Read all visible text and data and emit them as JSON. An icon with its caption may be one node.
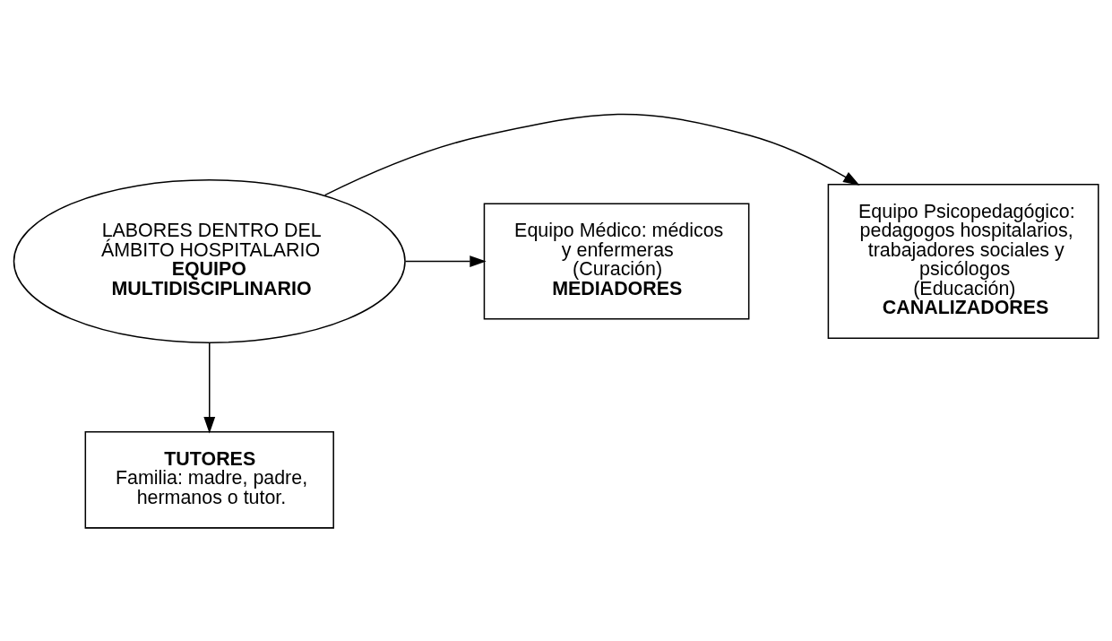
{
  "diagram": {
    "nodes": [
      {
        "text": [
          "Equipo Psicopedagógico: pedagogos hospitalarios, trabajadores sociales y psicólogos",
          "(Educación)",
          "CANALIZADORES"
        ]
      },
      {
        "text": [
          "Equipo Médico: médicos y enfermeras",
          "(Curación)",
          "MEDIADORES"
        ]
      },
      {
        "text": [
          "LABORES DENTRO DEL ÁMBITO HOSPITALARIO",
          "EQUIPO MULTIDISCIPLINARIO"
        ]
      },
      {
        "text": [
          "TUTORES",
          "Familia: madre, padre, hermanos o tutor."
        ]
      }
    ],
    "edges": [
      {
        "from": 2,
        "to": 0,
        "arrow": "to"
      },
      {
        "from": 2,
        "to": 1,
        "arrow": "to"
      },
      {
        "from": 2,
        "to": 3,
        "arrow": "to"
      }
    ]
  }
}
